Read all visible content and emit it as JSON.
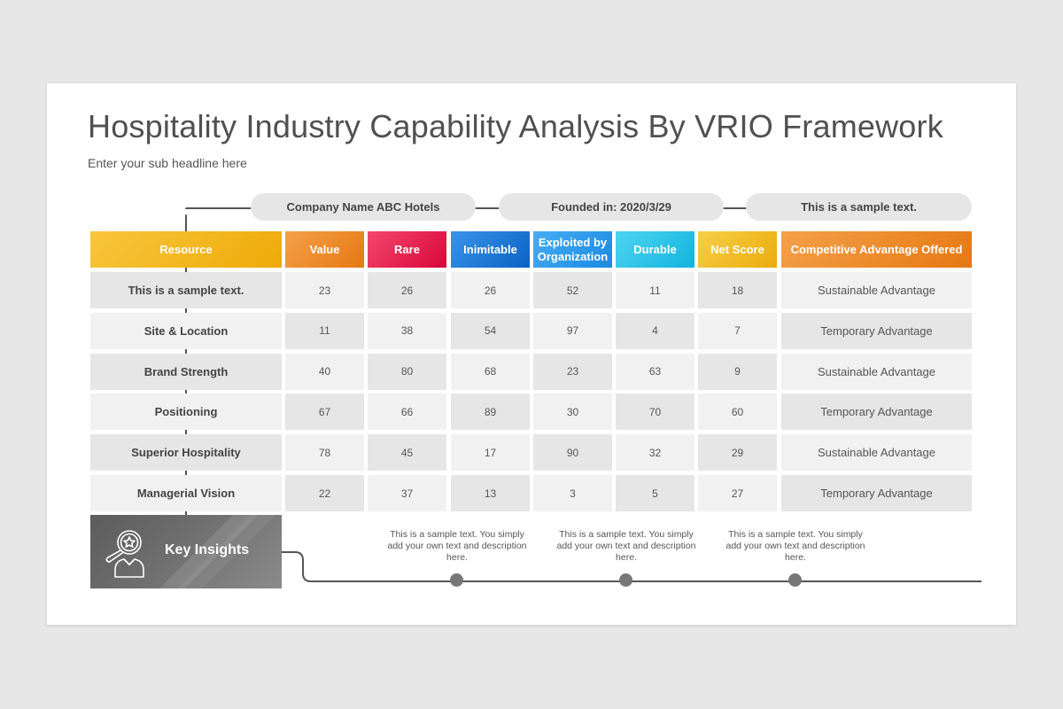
{
  "slide": {
    "title": "Hospitality Industry Capability Analysis By VRIO Framework",
    "subtitle": "Enter your sub headline here"
  },
  "info_pills": [
    {
      "text": "Company Name ABC Hotels"
    },
    {
      "text": "Founded in: 2020/3/29"
    },
    {
      "text": "This is a sample text."
    }
  ],
  "table": {
    "headers": [
      {
        "label": "Resource",
        "color_from": "#f8c63d",
        "color_to": "#eeaa08"
      },
      {
        "label": "Value",
        "color_from": "#f4a14a",
        "color_to": "#e67812"
      },
      {
        "label": "Rare",
        "color_from": "#f4486c",
        "color_to": "#d8063a"
      },
      {
        "label": "Inimitable",
        "color_from": "#3a94e8",
        "color_to": "#0a62c4"
      },
      {
        "label": "Exploited by Organization",
        "color_from": "#48adf2",
        "color_to": "#1a8ae4"
      },
      {
        "label": "Durable",
        "color_from": "#4ed4f2",
        "color_to": "#12b4de"
      },
      {
        "label": "Net Score",
        "color_from": "#f7cf47",
        "color_to": "#ebac0c"
      },
      {
        "label": "Competitive Advantage Offered",
        "color_from": "#f4a14a",
        "color_to": "#e67812"
      }
    ],
    "rows": [
      {
        "resource": "This is a sample text.",
        "value": "23",
        "rare": "26",
        "inimitable": "26",
        "exploited": "52",
        "durable": "11",
        "net_score": "18",
        "advantage": "Sustainable Advantage"
      },
      {
        "resource": "Site & Location",
        "value": "11",
        "rare": "38",
        "inimitable": "54",
        "exploited": "97",
        "durable": "4",
        "net_score": "7",
        "advantage": "Temporary Advantage"
      },
      {
        "resource": "Brand Strength",
        "value": "40",
        "rare": "80",
        "inimitable": "68",
        "exploited": "23",
        "durable": "63",
        "net_score": "9",
        "advantage": "Sustainable Advantage"
      },
      {
        "resource": "Positioning",
        "value": "67",
        "rare": "66",
        "inimitable": "89",
        "exploited": "30",
        "durable": "70",
        "net_score": "60",
        "advantage": "Temporary Advantage"
      },
      {
        "resource": "Superior Hospitality",
        "value": "78",
        "rare": "45",
        "inimitable": "17",
        "exploited": "90",
        "durable": "32",
        "net_score": "29",
        "advantage": "Sustainable Advantage"
      },
      {
        "resource": "Managerial Vision",
        "value": "22",
        "rare": "37",
        "inimitable": "13",
        "exploited": "3",
        "durable": "5",
        "net_score": "27",
        "advantage": "Temporary Advantage"
      }
    ]
  },
  "insights": {
    "label": "Key Insights",
    "icon": "magnifier-star-person-icon",
    "notes": [
      {
        "text": "This is a sample text. You simply add your own text and description here."
      },
      {
        "text": "This is a sample text. You simply add your own text and description here."
      },
      {
        "text": "This is a sample text. You simply add your own text and description here."
      }
    ]
  },
  "colors": {
    "background": "#e8e7e8",
    "slide": "#ffffff",
    "cell_dark": "#e6e6e6",
    "cell_light": "#f1f1f1",
    "line": "#555555",
    "dot": "#777777"
  }
}
